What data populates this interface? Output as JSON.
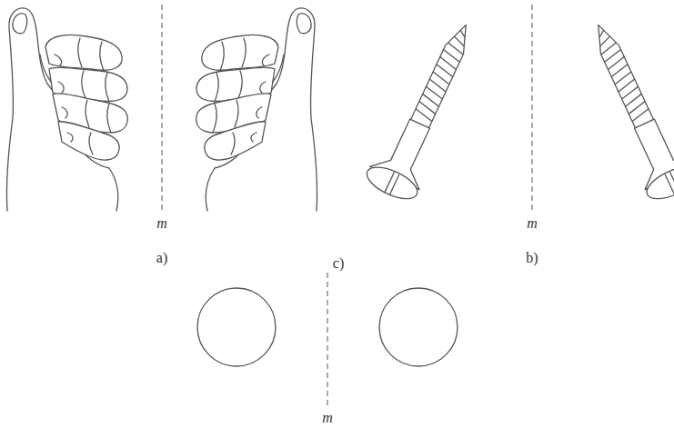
{
  "diagram": {
    "labels": [
      "m",
      "a)",
      "m",
      "b)",
      "m",
      "c)"
    ]
  }
}
